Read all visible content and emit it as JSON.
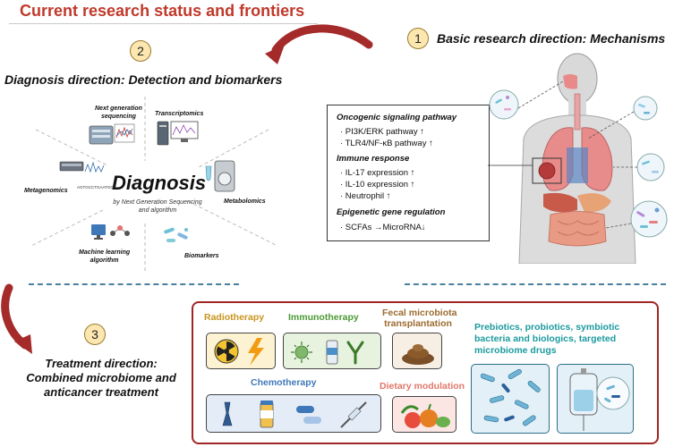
{
  "title": "Current research status and frontiers",
  "sections": {
    "basic": {
      "number": "1",
      "heading": "Basic research direction: Mechanisms"
    },
    "diagnosis": {
      "number": "2",
      "heading": "Diagnosis direction: Detection and biomarkers"
    },
    "treatment": {
      "number": "3",
      "heading_line1": "Treatment direction:",
      "heading_line2": "Combined microbiome and",
      "heading_line3": "anticancer treatment"
    }
  },
  "diagnosis_wheel": {
    "center": "Diagnosis",
    "subtitle": "by Next Generation Sequencing and algorithm",
    "ngs_line1": "Next generation",
    "ngs_line2": "sequencing",
    "transcriptomics": "Transcriptomics",
    "metagenomics": "Metagenomics",
    "metabolomics": "Metabolomics",
    "ml_line1": "Machine learning",
    "ml_line2": "algorithm",
    "biomarkers": "Biomarkers",
    "dna_seq": "AGTGCCTGAATGGA"
  },
  "mechanisms": {
    "h1": "Oncogenic signaling pathway",
    "i1": "· PI3K/ERK pathway ↑",
    "i2": "· TLR4/NF-κB pathway ↑",
    "h2": "Immune response",
    "i3": "· IL-17 expression ↑",
    "i4": "· IL-10 expression ↑",
    "i5": "· Neutrophil ↑",
    "h3": "Epigenetic gene regulation",
    "i6": "· SCFAs →MicroRNA↓"
  },
  "treatments": {
    "radiotherapy": "Radiotherapy",
    "immunotherapy": "Immunotherapy",
    "fecal_line1": "Fecal microbiota",
    "fecal_line2": "transplantation",
    "chemotherapy": "Chemotherapy",
    "dietary": "Dietary modulation",
    "bio_line1": "Prebiotics, probiotics, symbiotic",
    "bio_line2": "bacteria and biologics, targeted",
    "bio_line3": "microbiome drugs"
  },
  "colors": {
    "title": "#c0392b",
    "radiotherapy": "#c8961e",
    "immunotherapy": "#4c9a35",
    "fecal": "#9c6b2e",
    "chemotherapy": "#3f78b8",
    "dietary": "#e0786a",
    "biologics": "#1b9a9e",
    "arrow": "#a52a2a"
  }
}
